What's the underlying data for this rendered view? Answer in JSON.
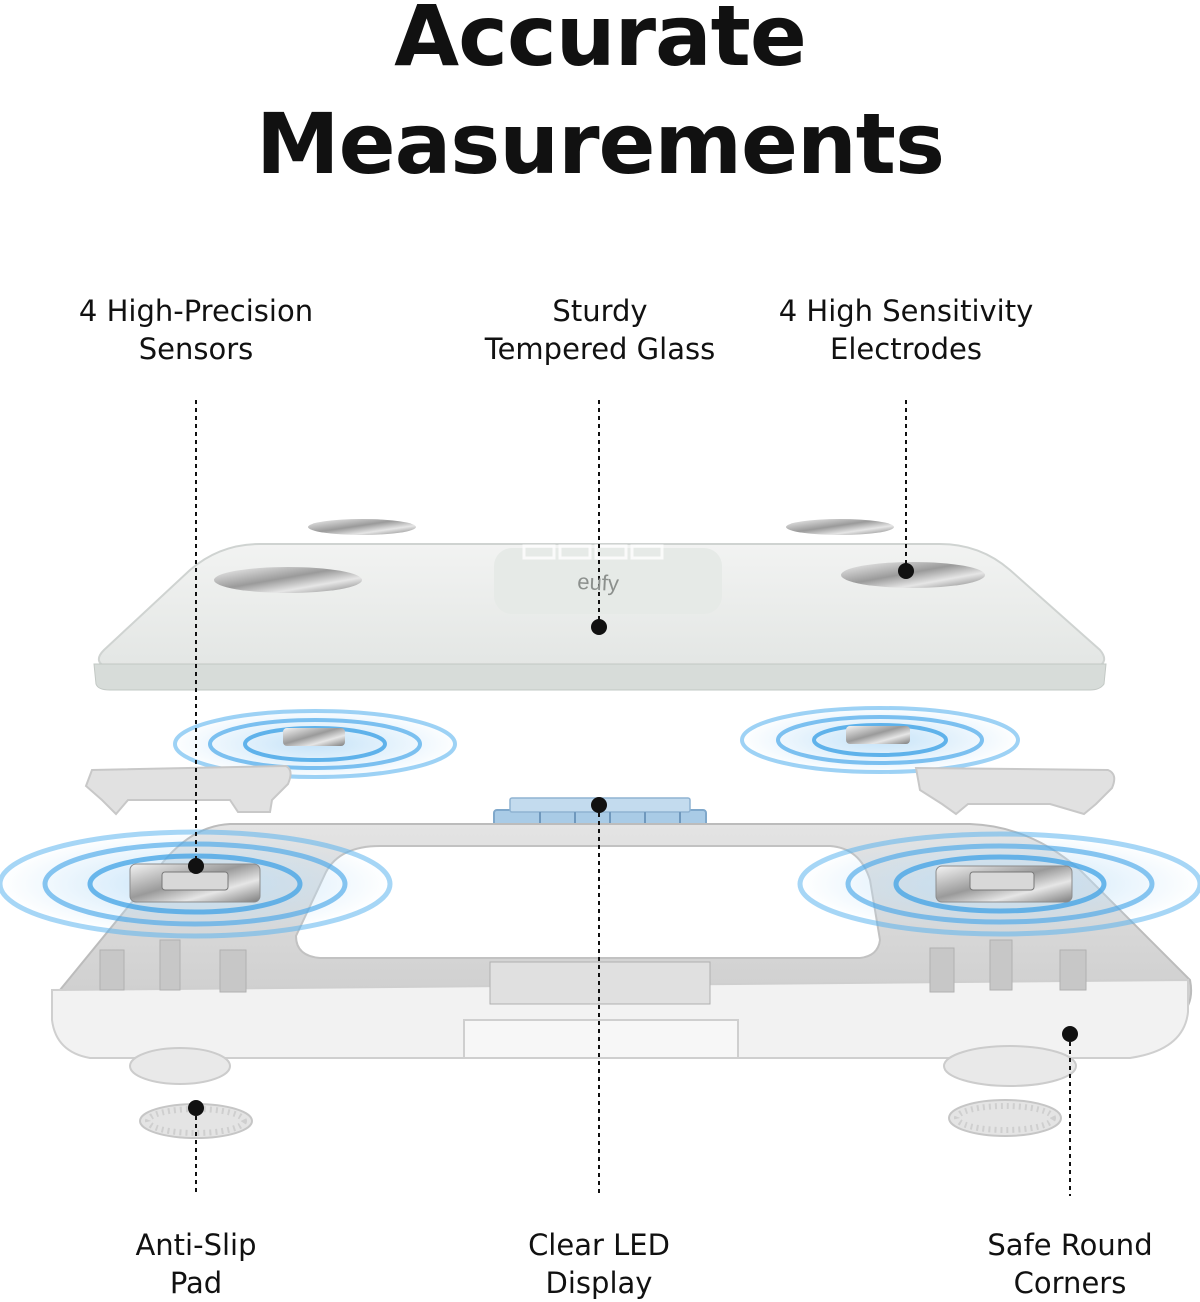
{
  "title": {
    "line1": "Accurate",
    "line2": "Measurements"
  },
  "brand_logo": "eufy",
  "callouts": {
    "sensors": {
      "line1": "4 High-Precision",
      "line2": "Sensors"
    },
    "glass": {
      "line1": "Sturdy",
      "line2": "Tempered Glass"
    },
    "electrodes": {
      "line1": "4 High Sensitivity",
      "line2": "Electrodes"
    },
    "pad": {
      "line1": "Anti-Slip",
      "line2": "Pad"
    },
    "display": {
      "line1": "Clear LED",
      "line2": "Display"
    },
    "corners": {
      "line1": "Safe Round",
      "line2": "Corners"
    }
  },
  "colors": {
    "text": "#111111",
    "signal_ring": "#3fa2e6",
    "glass_surface": "#eef0ef",
    "frame": "#d9d9d9"
  }
}
